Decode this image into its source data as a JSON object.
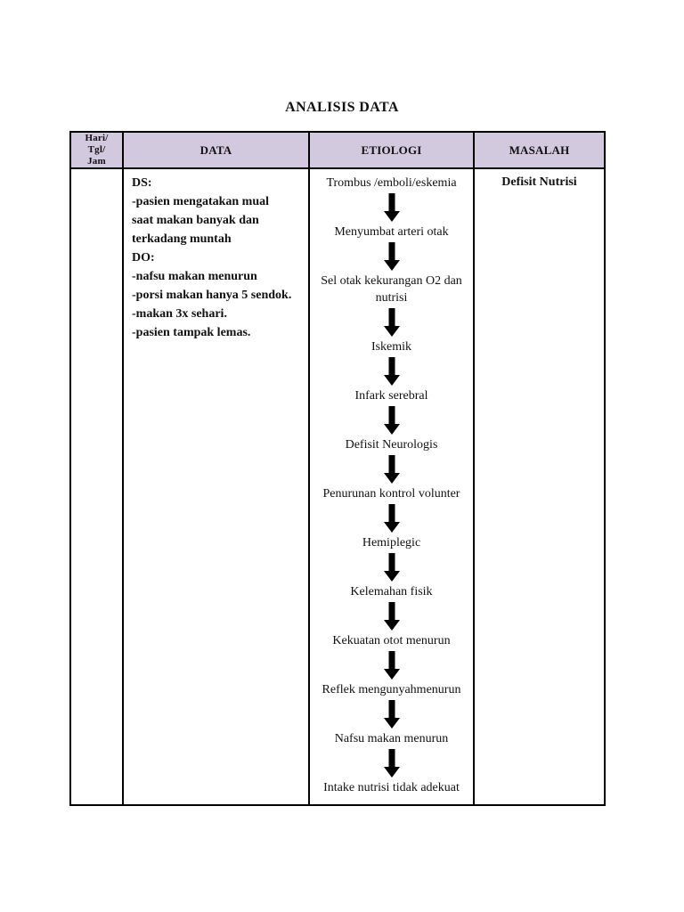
{
  "page": {
    "title": "ANALISIS DATA"
  },
  "table": {
    "headers": {
      "col1": "Hari/\nTgl/\nJam",
      "col2": "DATA",
      "col3": "ETIOLOGI",
      "col4": "MASALAH"
    },
    "row": {
      "data_lines": [
        "DS:",
        "-pasien mengatakan mual",
        "saat makan banyak dan",
        "terkadang muntah",
        "DO:",
        "-nafsu makan menurun",
        "-porsi makan hanya 5 sendok.",
        "-makan 3x sehari.",
        "-pasien tampak lemas."
      ],
      "etiologi_steps": [
        "Trombus /emboli/eskemia",
        "Menyumbat arteri otak",
        "Sel otak kekurangan O2 dan nutrisi",
        "Iskemik",
        "Infark serebral",
        "Defisit Neurologis",
        "Penurunan kontrol volunter",
        "Hemiplegic",
        "Kelemahan fisik",
        "Kekuatan otot menurun",
        "Reflek mengunyahmenurun",
        "Nafsu makan menurun",
        "Intake nutrisi tidak adekuat"
      ],
      "masalah": "Defisit Nutrisi"
    }
  },
  "colors": {
    "page_bg": "#ffffff",
    "header_bg": "#d2c9df",
    "border": "#000000",
    "text": "#111111"
  }
}
